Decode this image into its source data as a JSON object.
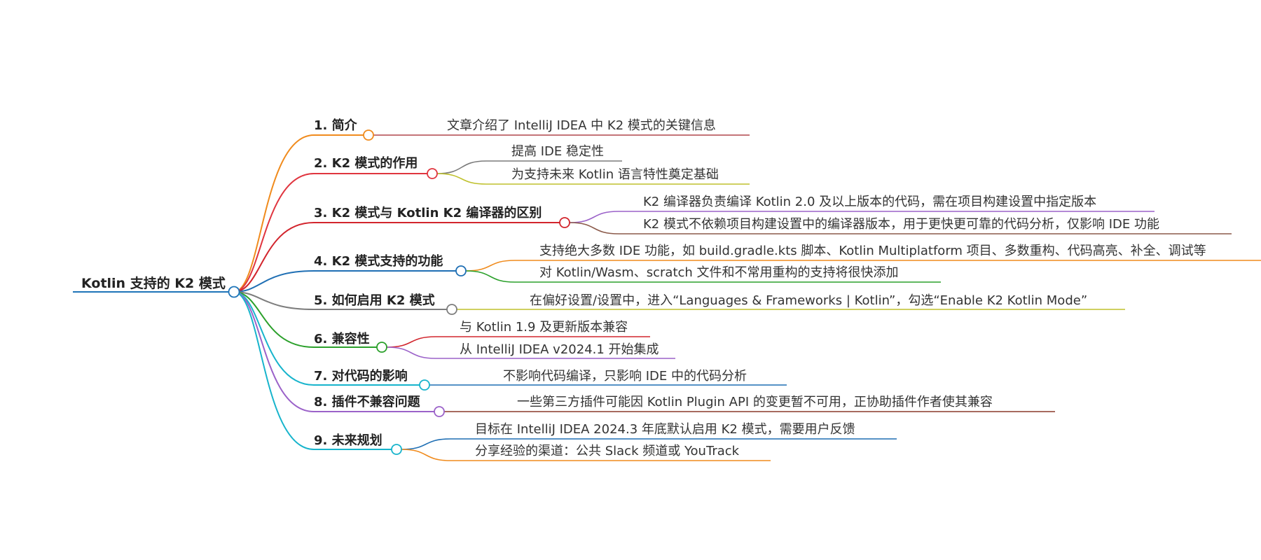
{
  "root": {
    "label": "Kotlin 支持的 K2 模式",
    "color": "#1e74b8"
  },
  "branches": [
    {
      "label": "1. 简介",
      "color": "#f08b1d",
      "leaves": [
        {
          "text": "文章介绍了 IntelliJ IDEA 中 K2 模式的关键信息",
          "color": "#b0474b"
        }
      ]
    },
    {
      "label": "2. K2 模式的作用",
      "color": "#e0353f",
      "leaves": [
        {
          "text": "提高 IDE 稳定性",
          "color": "#7a7a7a"
        },
        {
          "text": "为支持未来 Kotlin 语言特性奠定基础",
          "color": "#bfc12d"
        }
      ]
    },
    {
      "label": "3. K2 模式与 Kotlin K2 编译器的区别",
      "color": "#d2252d",
      "leaves": [
        {
          "text": "K2 编译器负责编译 Kotlin 2.0 及以上版本的代码，需在项目构建设置中指定版本",
          "color": "#9b62c9"
        },
        {
          "text": "K2 模式不依赖项目构建设置中的编译器版本，用于更快更可靠的代码分析，仅影响 IDE 功能",
          "color": "#8b5a4a"
        }
      ]
    },
    {
      "label": "4. K2 模式支持的功能",
      "color": "#1f6fb4",
      "leaves": [
        {
          "text": "支持绝大多数 IDE 功能，如 build.gradle.kts 脚本、Kotlin Multiplatform 项目、多数重构、代码高亮、补全、调试等",
          "color": "#f08b1d"
        },
        {
          "text": "对 Kotlin/Wasm、scratch 文件和不常用重构的支持将很快添加",
          "color": "#2ba02b"
        }
      ]
    },
    {
      "label": "5. 如何启用 K2 模式",
      "color": "#7d7d7d",
      "leaves": [
        {
          "text": "在偏好设置/设置中，进入“Languages & Frameworks | Kotlin”，勾选“Enable K2 Kotlin Mode”",
          "color": "#bfc12d"
        }
      ]
    },
    {
      "label": "6. 兼容性",
      "color": "#2ba02b",
      "leaves": [
        {
          "text": "与 Kotlin 1.9 及更新版本兼容",
          "color": "#d2252d"
        },
        {
          "text": "从 IntelliJ IDEA v2024.1 开始集成",
          "color": "#9b62c9"
        }
      ]
    },
    {
      "label": "7. 对代码的影响",
      "color": "#17b4cc",
      "leaves": [
        {
          "text": "不影响代码编译，只影响 IDE 中的代码分析",
          "color": "#1f6fb4"
        }
      ]
    },
    {
      "label": "8. 插件不兼容问题",
      "color": "#9b62c9",
      "leaves": [
        {
          "text": "一些第三方插件可能因 Kotlin Plugin API 的变更暂不可用，正协助插件作者使其兼容",
          "color": "#8b3a2a"
        }
      ]
    },
    {
      "label": "9. 未来规划",
      "color": "#17b4cc",
      "leaves": [
        {
          "text": "目标在 IntelliJ IDEA 2024.3 年底默认启用 K2 模式，需要用户反馈",
          "color": "#1f6fb4"
        },
        {
          "text": "分享经验的渠道：公共 Slack 频道或 YouTrack",
          "color": "#f08b1d"
        }
      ]
    }
  ]
}
